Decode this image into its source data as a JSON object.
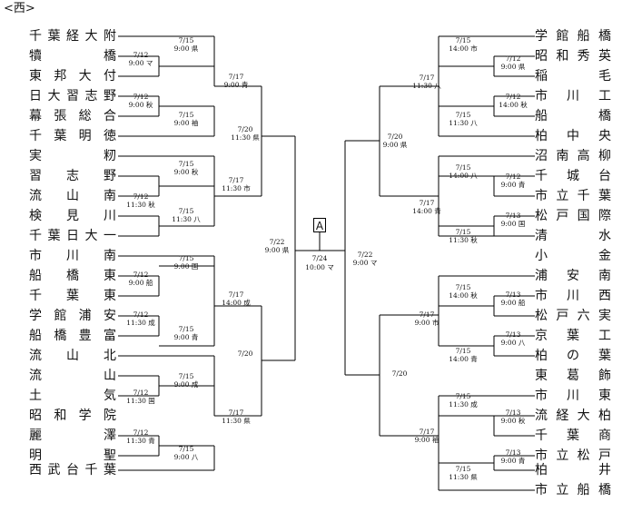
{
  "region": "<西>",
  "left_teams": [
    "千葉経大附",
    "犢橋",
    "東邦大付",
    "日大習志野",
    "幕張総合",
    "千葉明徳",
    "実籾",
    "習志野",
    "流山南",
    "検見川",
    "千葉日大一",
    "市川南",
    "船橋東",
    "千葉東",
    "学館浦安",
    "船橋豊富",
    "流山北",
    "流山",
    "土気",
    "昭和学院",
    "麗澤",
    "明聖",
    "西武台千葉"
  ],
  "right_teams": [
    "学館船橋",
    "昭和秀英",
    "稲毛",
    "市川工",
    "船橋",
    "柏中央",
    "沼南高柳",
    "千城台",
    "市立千葉",
    "松戸国際",
    "清水",
    "小金",
    "浦安南",
    "市川西",
    "松戸六実",
    "京葉工",
    "柏の葉",
    "東葛飾",
    "市川東",
    "流経大柏",
    "千葉商",
    "市立松戸",
    "柏井",
    "市立船橋"
  ],
  "left_labels": [
    {
      "date": "7/15",
      "info": "9:00 県"
    },
    {
      "date": "7/12",
      "info": "9:00 マ"
    },
    {
      "date": "7/12",
      "info": "9:00 秋"
    },
    {
      "date": "7/15",
      "info": "9:00 袖"
    },
    {
      "date": "7/17",
      "info": "9:00 青"
    },
    {
      "date": "7/15",
      "info": "9:00 秋"
    },
    {
      "date": "7/12",
      "info": "11:30 秋"
    },
    {
      "date": "7/15",
      "info": "11:30 八"
    },
    {
      "date": "7/17",
      "info": "11:30 市"
    },
    {
      "date": "7/20",
      "info": "11:30 県"
    },
    {
      "date": "7/15",
      "info": "9:00 国"
    },
    {
      "date": "7/12",
      "info": "9:00 船"
    },
    {
      "date": "7/12",
      "info": "11:30 成"
    },
    {
      "date": "7/15",
      "info": "9:00 青"
    },
    {
      "date": "7/17",
      "info": "14:00 成"
    },
    {
      "date": "7/15",
      "info": "9:00 成"
    },
    {
      "date": "7/12",
      "info": "11:30 国"
    },
    {
      "date": "7/12",
      "info": "11:30 青"
    },
    {
      "date": "7/15",
      "info": "9:00 八"
    },
    {
      "date": "7/17",
      "info": "11:30 県"
    },
    {
      "date": "7/20",
      "info": ""
    },
    {
      "date": "7/22",
      "info": "9:00 県"
    }
  ],
  "right_labels": [
    {
      "date": "7/15",
      "info": "14:00 市"
    },
    {
      "date": "7/12",
      "info": "9:00 県"
    },
    {
      "date": "7/12",
      "info": "14:00 秋"
    },
    {
      "date": "7/15",
      "info": "11:30 八"
    },
    {
      "date": "7/17",
      "info": "11:30 八"
    },
    {
      "date": "7/15",
      "info": "14:00 八"
    },
    {
      "date": "7/12",
      "info": "9:00 青"
    },
    {
      "date": "7/13",
      "info": "9:00 国"
    },
    {
      "date": "7/15",
      "info": "11:30 秋"
    },
    {
      "date": "7/17",
      "info": "14:00 青"
    },
    {
      "date": "7/20",
      "info": "9:00 県"
    },
    {
      "date": "7/15",
      "info": "14:00 秋"
    },
    {
      "date": "7/13",
      "info": "9:00 船"
    },
    {
      "date": "7/13",
      "info": "9:00 八"
    },
    {
      "date": "7/15",
      "info": "14:00 青"
    },
    {
      "date": "7/17",
      "info": "9:00 市"
    },
    {
      "date": "7/15",
      "info": "11:30 成"
    },
    {
      "date": "7/13",
      "info": "9:00 秋"
    },
    {
      "date": "7/13",
      "info": "9:00 青"
    },
    {
      "date": "7/15",
      "info": "11:30 県"
    },
    {
      "date": "7/17",
      "info": "9:00 袖"
    },
    {
      "date": "7/20",
      "info": ""
    },
    {
      "date": "7/22",
      "info": "9:00 マ"
    }
  ],
  "final": {
    "box": "A",
    "date": "7/24",
    "info": "10:00 マ"
  }
}
